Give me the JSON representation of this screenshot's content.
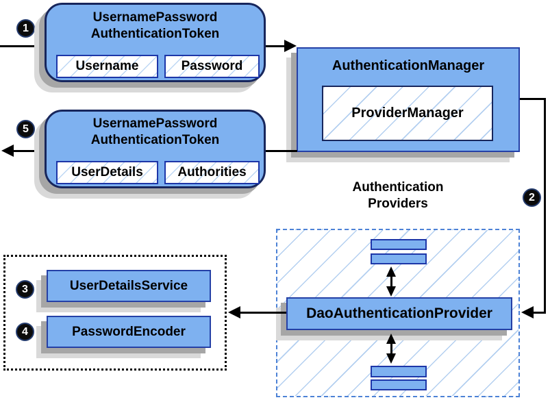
{
  "colors": {
    "box_fill": "#7eb1f0",
    "box_border": "#2440a6",
    "rounded_border": "#17265c",
    "field_border": "#1d36a8",
    "hatch_line": "#b3cff0",
    "dashed_border": "#4d82d6",
    "shadow_near": "#a6a6a6",
    "shadow_far": "#d9d9d9",
    "line": "#000000",
    "badge_bg": "#0b0b0b",
    "badge_text": "#ffffff"
  },
  "badges": {
    "step1": "1",
    "step2": "2",
    "step3": "3",
    "step4": "4",
    "step5": "5"
  },
  "request_token": {
    "title_line1": "UsernamePassword",
    "title_line2": "AuthenticationToken",
    "field1": "Username",
    "field2": "Password"
  },
  "auth_manager": {
    "title": "AuthenticationManager",
    "inner": "ProviderManager"
  },
  "result_token": {
    "title_line1": "UsernamePassword",
    "title_line2": "AuthenticationToken",
    "field1": "UserDetails",
    "field2": "Authorities"
  },
  "providers": {
    "title_line1": "Authentication",
    "title_line2": "Providers",
    "dao": "DaoAuthenticationProvider"
  },
  "services": {
    "user_details_service": "UserDetailsService",
    "password_encoder": "PasswordEncoder"
  }
}
